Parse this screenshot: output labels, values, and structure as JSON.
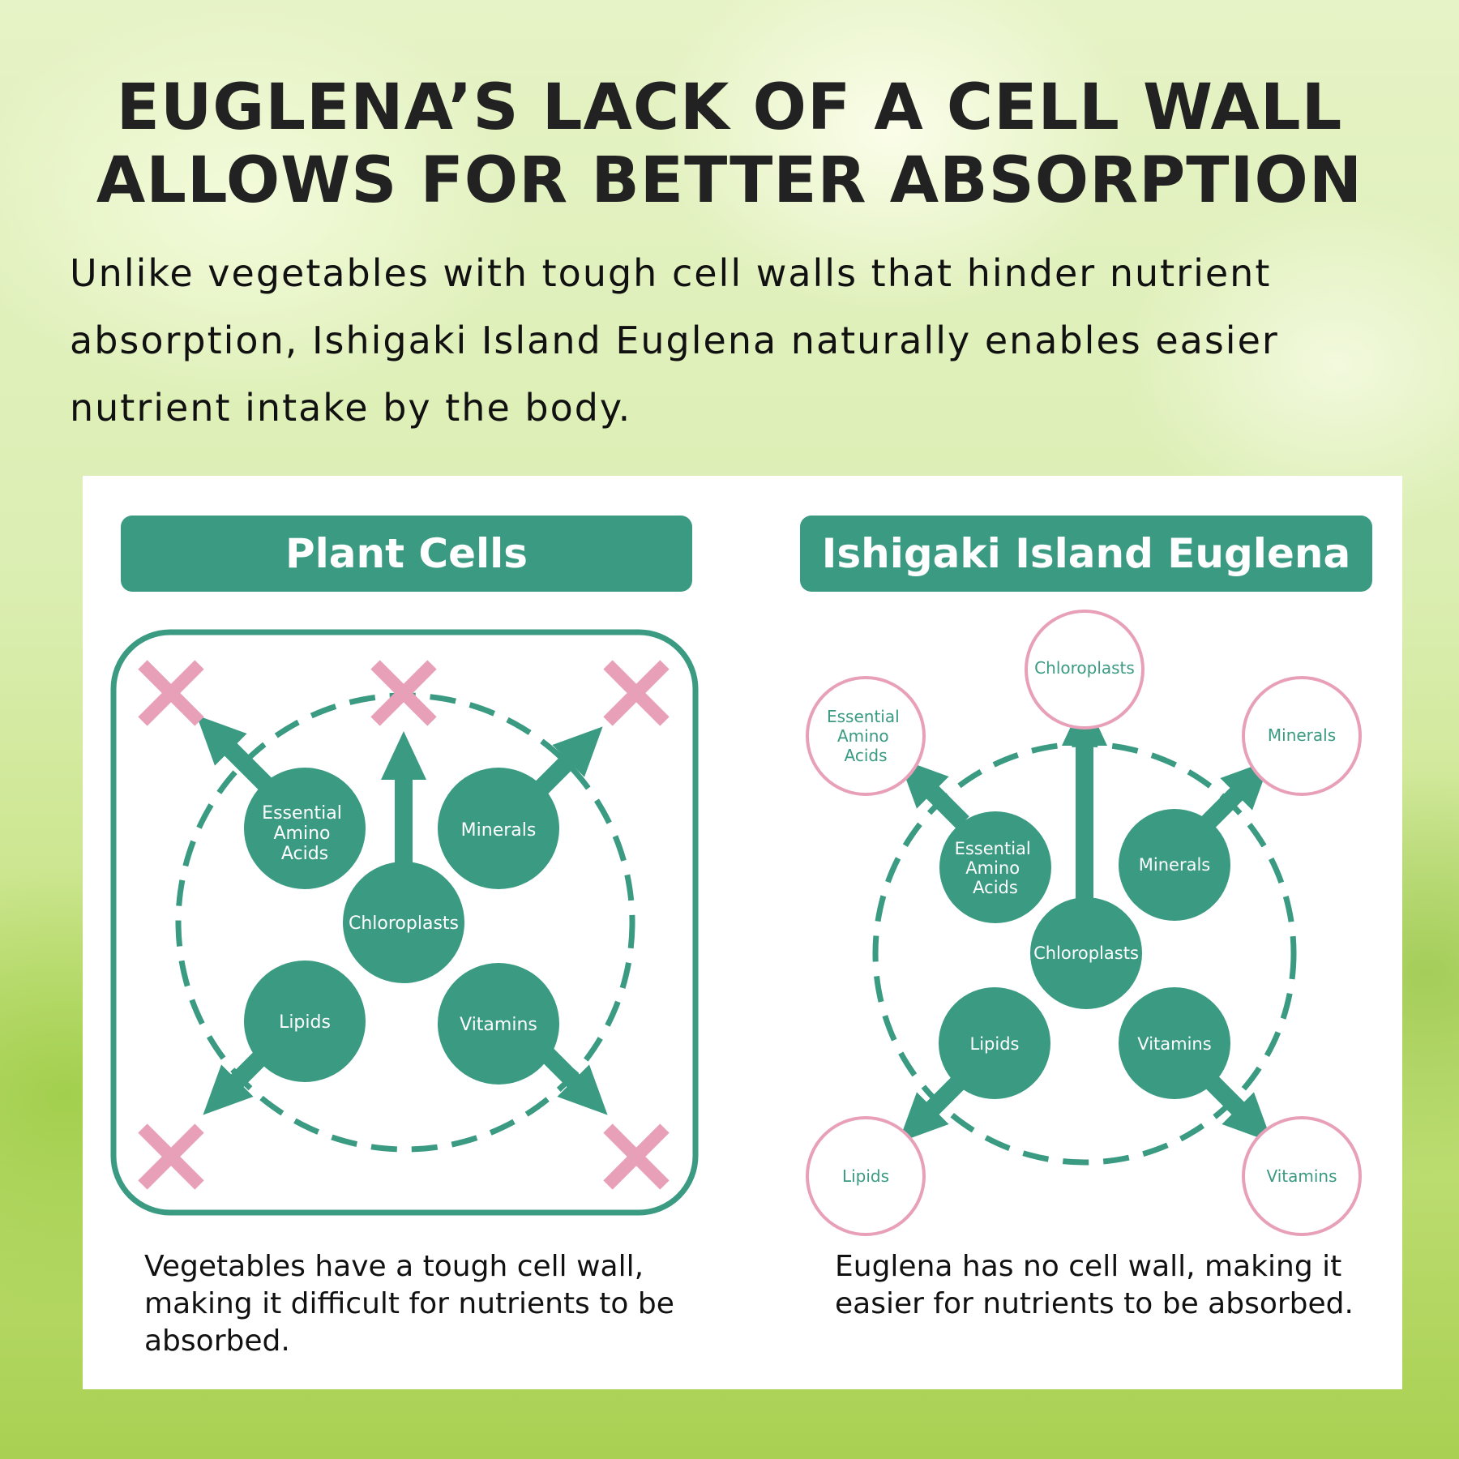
{
  "title": {
    "line1": "EUGLENA’S LACK OF A CELL WALL",
    "line2": "ALLOWS FOR BETTER ABSORPTION"
  },
  "intro": "Unlike vegetables with tough cell walls that hinder nutrient absorption, Ishigaki Island Euglena naturally enables easier nutrient intake by the body.",
  "colors": {
    "teal": "#3a9a82",
    "pink": "#e8a0b8"
  },
  "plant": {
    "header": "Plant Cells",
    "nutrients": {
      "amino": [
        "Essential",
        "Amino",
        "Acids"
      ],
      "minerals": "Minerals",
      "chloroplasts": "Chloroplasts",
      "lipids": "Lipids",
      "vitamins": "Vitamins"
    },
    "caption": "Vegetables have a tough cell wall, making it difficult for nutrients to be absorbed."
  },
  "euglena": {
    "header": "Ishigaki Island Euglena",
    "nutrients": {
      "amino": [
        "Essential",
        "Amino",
        "Acids"
      ],
      "minerals": "Minerals",
      "chloroplasts": "Chloroplasts",
      "lipids": "Lipids",
      "vitamins": "Vitamins"
    },
    "absorbed": {
      "amino": [
        "Essential",
        "Amino",
        "Acids"
      ],
      "minerals": "Minerals",
      "chloroplasts": "Chloroplasts",
      "lipids": "Lipids",
      "vitamins": "Vitamins"
    },
    "caption": "Euglena has no cell wall, making it easier for nutrients to be absorbed."
  }
}
